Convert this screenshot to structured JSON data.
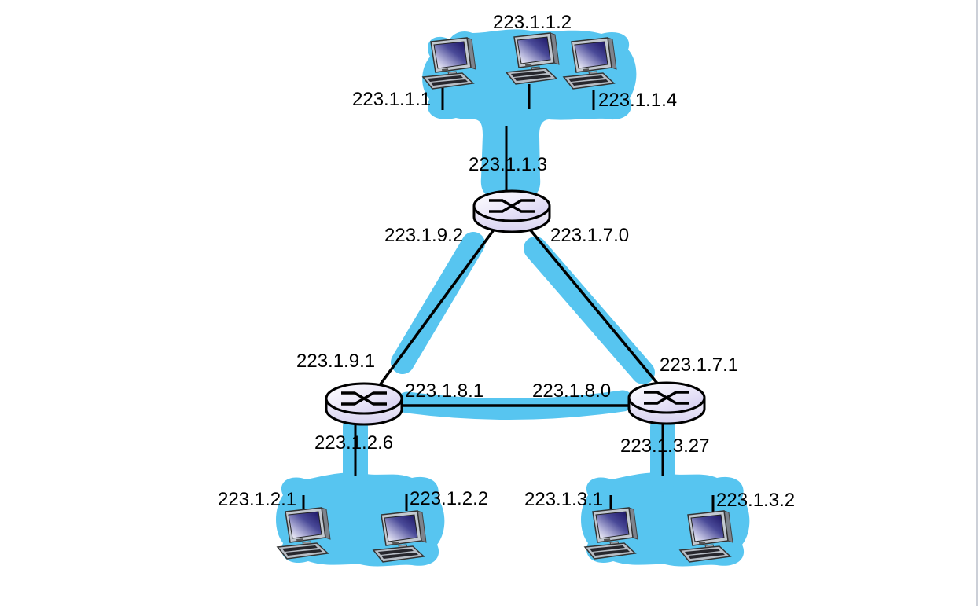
{
  "colors": {
    "network_blue": "#57c5f0",
    "router_body_light": "#ffffff",
    "router_body_lavender": "#cfc8ee",
    "link_color": "#000000",
    "label_color": "#000000",
    "background": "#ffffff"
  },
  "labels": {
    "ip_1_1_1": "223.1.1.1",
    "ip_1_1_2": "223.1.1.2",
    "ip_1_1_3": "223.1.1.3",
    "ip_1_1_4": "223.1.1.4",
    "ip_1_9_2": "223.1.9.2",
    "ip_1_7_0": "223.1.7.0",
    "ip_1_9_1": "223.1.9.1",
    "ip_1_7_1": "223.1.7.1",
    "ip_1_8_1": "223.1.8.1",
    "ip_1_8_0": "223.1.8.0",
    "ip_1_2_6": "223.1.2.6",
    "ip_1_2_1": "223.1.2.1",
    "ip_1_2_2": "223.1.2.2",
    "ip_1_3_27": "223.1.3.27",
    "ip_1_3_1": "223.1.3.1",
    "ip_1_3_2": "223.1.3.2"
  },
  "topology": {
    "networks": [
      {
        "hosts": [
          "223.1.1.1",
          "223.1.1.2",
          "223.1.1.4"
        ],
        "router_interface": "223.1.1.3"
      },
      {
        "hosts": [
          "223.1.2.1",
          "223.1.2.2"
        ],
        "router_interface": "223.1.2.6"
      },
      {
        "hosts": [
          "223.1.3.1",
          "223.1.3.2"
        ],
        "router_interface": "223.1.3.27"
      }
    ],
    "router_links": [
      {
        "interfaces": [
          "223.1.9.2",
          "223.1.9.1"
        ]
      },
      {
        "interfaces": [
          "223.1.7.0",
          "223.1.7.1"
        ]
      },
      {
        "interfaces": [
          "223.1.8.1",
          "223.1.8.0"
        ]
      }
    ]
  }
}
